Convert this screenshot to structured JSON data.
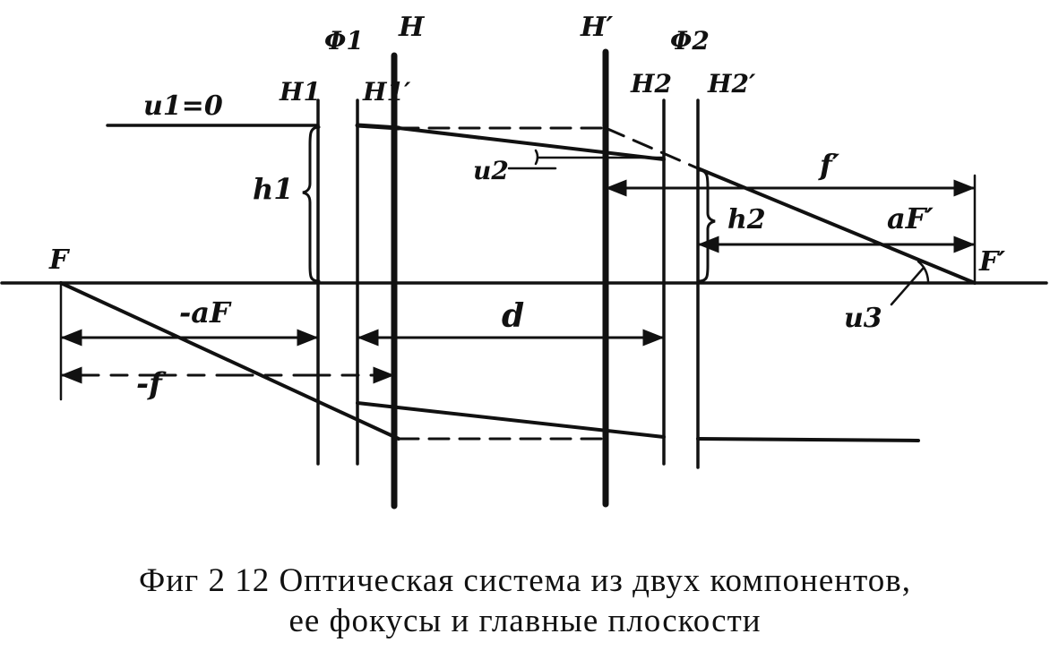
{
  "labels": {
    "F": "F",
    "F_prime": "F′",
    "Phi1": "Φ1",
    "Phi2": "Φ2",
    "H": "H",
    "H_prime": "H′",
    "H1": "H1",
    "H1_prime": "H1′",
    "H2": "H2",
    "H2_prime": "H2′",
    "u1_eq": "u1=0",
    "u2": "u2",
    "u3": "u3",
    "h1": "h1",
    "h2": "h2",
    "f_prime": "f′",
    "aF_prime": "aF′",
    "minus_aF": "-aF",
    "d": "d",
    "minus_f": "-f"
  },
  "caption": {
    "line1": "Фиг 2 12  Оптическая система из двух компонентов,",
    "line2": "ее фокусы и главные плоскости"
  },
  "colors": {
    "ink": "#111111",
    "background": "#ffffff"
  }
}
